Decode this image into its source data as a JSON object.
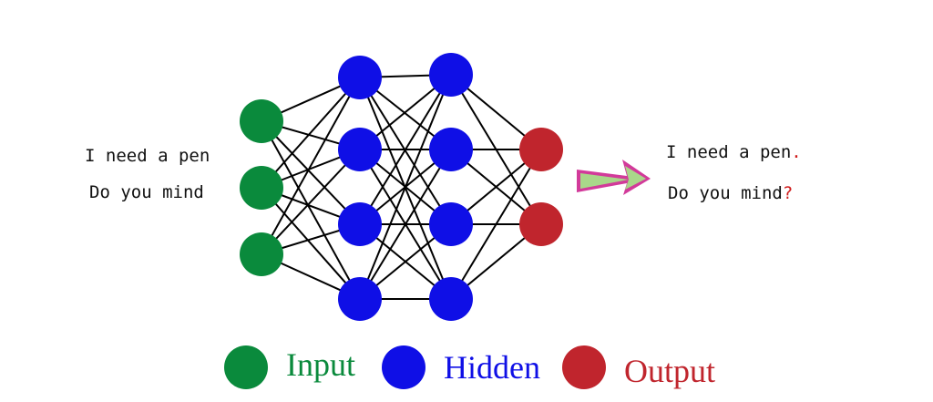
{
  "diagram": {
    "input_text": {
      "line1": "I need a pen",
      "line2": "Do you mind"
    },
    "output_text": {
      "line1": "I need a pen",
      "line1_punct": ".",
      "line2": "Do you mind",
      "line2_punct": "?"
    },
    "layers": [
      {
        "role": "input",
        "nodes": 3
      },
      {
        "role": "hidden",
        "nodes": 4
      },
      {
        "role": "hidden",
        "nodes": 4
      },
      {
        "role": "output",
        "nodes": 2
      }
    ],
    "legend": {
      "input": "Input",
      "hidden": "Hidden",
      "output": "Output"
    },
    "colors": {
      "input": "#0a8a3c",
      "hidden": "#0f0fe6",
      "output": "#c0252d",
      "punctuation": "#d01c1c",
      "arrow_fill": "#a9d78a",
      "arrow_outline": "#d23a9a"
    },
    "arrow_icon": "right-arrow-icon"
  }
}
